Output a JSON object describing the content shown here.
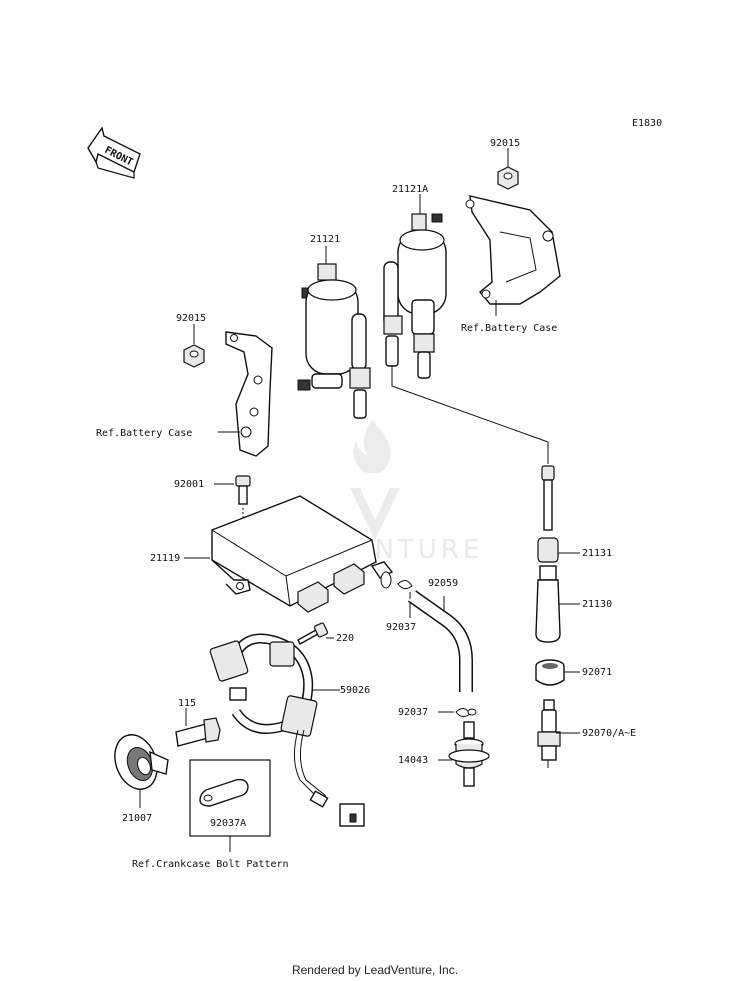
{
  "diagram_code": "E1830",
  "front_label": "FRONT",
  "watermark": "LEADVENTURE",
  "footer": "Rendered by LeadVenture, Inc.",
  "parts": {
    "p92015a": "92015",
    "p92015b": "92015",
    "p21121a": "21121A",
    "p21121": "21121",
    "ref_battery_case_right": "Ref.Battery Case",
    "ref_battery_case_left": "Ref.Battery Case",
    "p92001": "92001",
    "p21119": "21119",
    "p21131": "21131",
    "p21130": "21130",
    "p92059": "92059",
    "p92037a": "92037",
    "p220": "220",
    "p92071": "92071",
    "p59026": "59026",
    "p115": "115",
    "p92037b": "92037",
    "p92070": "92070/A~E",
    "p14043": "14043",
    "p21007": "21007",
    "p92037A": "92037A",
    "ref_crankcase": "Ref.Crankcase Bolt Pattern"
  }
}
